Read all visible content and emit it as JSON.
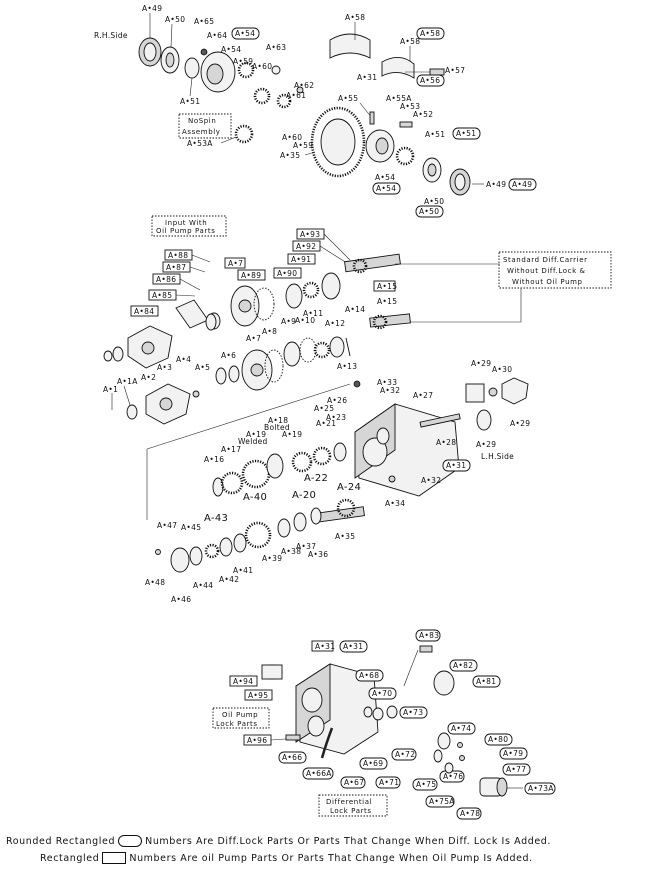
{
  "side_labels": {
    "rh": "R.H.Side",
    "lh": "L.H.Side"
  },
  "boxes": {
    "nospin": [
      "NoSpin",
      "Assembly"
    ],
    "input_pump": [
      "Input With",
      "Oil Pump Parts"
    ],
    "standard": [
      "Standard Diff.Carrier",
      "Without Diff.Lock &",
      "Without Oil Pump"
    ],
    "oil_pump_lock": [
      "Oil Pump",
      "Lock Parts"
    ],
    "diff_lock": [
      "Differential",
      "Lock Parts"
    ]
  },
  "notes": {
    "bolted": "Bolted",
    "welded": "Welded"
  },
  "legend": {
    "rounded_label": "Rounded Rectangled",
    "rounded_text": "Numbers Are Diff.Lock Parts Or Parts That Change When Diff. Lock Is Added.",
    "rect_label": "Rectangled",
    "rect_text": "Numbers Are oil Pump Parts Or Parts That Change When Oil Pump Is Added."
  },
  "labels": {
    "a49": "A•49",
    "a50": "A•50",
    "a65": "A•65",
    "a64": "A•64",
    "a54": "A•54",
    "a54r": "A•54",
    "a63": "A•63",
    "a59": "A•59",
    "a60": "A•60",
    "a62": "A•62",
    "a61": "A•61",
    "a51": "A•51",
    "a53a": "A•53A",
    "a58": "A•58",
    "a58b": "A•58",
    "a58r": "A•58",
    "a57": "A•57",
    "a56": "A•56",
    "a31t": "A•31",
    "a55": "A•55",
    "a55a": "A•55A",
    "a53": "A•53",
    "a52": "A•52",
    "a51b": "A•51",
    "a51r": "A•51",
    "a60b": "A•60",
    "a59b": "A•59",
    "a35t": "A•35",
    "a54b": "A•54",
    "a54br": "A•54",
    "a50b": "A•50",
    "a50br": "A•50",
    "a49b": "A•49",
    "a49br": "A•49",
    "a93": "A•93",
    "a92": "A•92",
    "a91": "A•91",
    "a90": "A•90",
    "a88": "A•88",
    "a87": "A•87",
    "a86": "A•86",
    "a85": "A•85",
    "a84": "A•84",
    "a7r": "A•7",
    "a89": "A•89",
    "a15r": "A•15",
    "a15": "A•15",
    "a14": "A•14",
    "a12": "A•12",
    "a11": "A•11",
    "a10": "A•10",
    "a9": "A•9",
    "a8": "A•8",
    "a7": "A•7",
    "a6": "A•6",
    "a5": "A•5",
    "a4": "A•4",
    "a3": "A•3",
    "a2": "A•2",
    "a1a": "A•1A",
    "a1": "A•1",
    "a13": "A•13",
    "a33": "A•33",
    "a32": "A•32",
    "a26": "A•26",
    "a25": "A•25",
    "a23": "A•23",
    "a27": "A•27",
    "a29": "A•29",
    "a30": "A•30",
    "a29b": "A•29",
    "a29c": "A•29",
    "a28": "A•28",
    "a18": "A•18",
    "a19b": "A•19",
    "a19": "A•19",
    "a21": "A•21",
    "a17": "A•17",
    "a16": "A•16",
    "a22": "A-22",
    "a24": "A-24",
    "a20": "A-20",
    "a40": "A-40",
    "a31r": "A•31",
    "a32b": "A•32",
    "a34": "A•34",
    "a35": "A•35",
    "a36": "A•36",
    "a37": "A•37",
    "a38": "A•38",
    "a39": "A•39",
    "a43": "A-43",
    "a45": "A•45",
    "a47": "A•47",
    "a41": "A•41",
    "a42": "A•42",
    "a44": "A•44",
    "a48": "A•48",
    "a46": "A•46",
    "a31c": "A•31",
    "a31cr": "A•31",
    "a68": "A•68",
    "a83": "A•83",
    "a82": "A•82",
    "a81": "A•81",
    "a94": "A•94",
    "a95": "A•95",
    "a70": "A•70",
    "a73": "A•73",
    "a96": "A•96",
    "a74": "A•74",
    "a80": "A•80",
    "a79": "A•79",
    "a77": "A•77",
    "a66": "A•66",
    "a72": "A•72",
    "a69": "A•69",
    "a66a": "A•66A",
    "a67": "A•67",
    "a71": "A•71",
    "a75": "A•75",
    "a76": "A•76",
    "a75a": "A•75A",
    "a78": "A•78",
    "a73a": "A•73A"
  }
}
